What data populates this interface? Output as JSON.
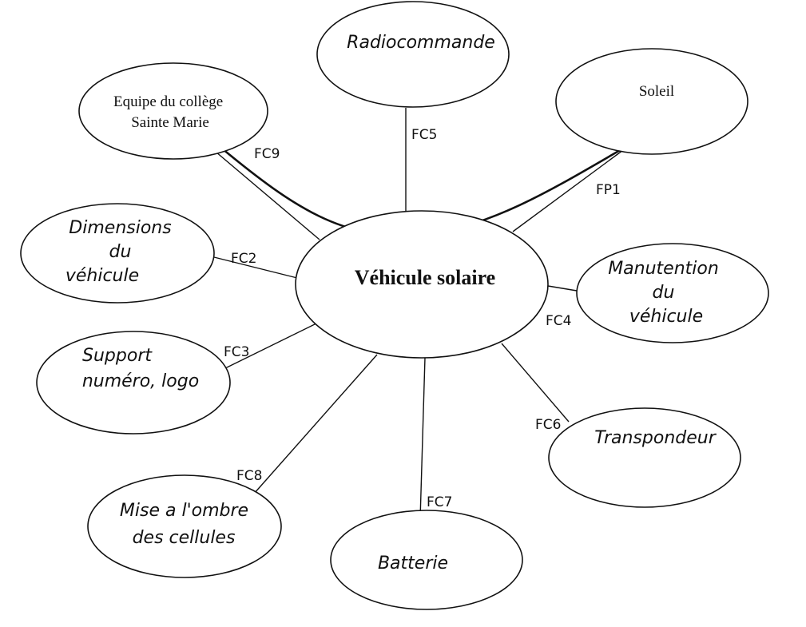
{
  "center": {
    "label": "Véhicule solaire"
  },
  "nodes": {
    "radiocommande": [
      "Radiocommande"
    ],
    "soleil": [
      "Soleil"
    ],
    "equipe": [
      "Equipe du collège",
      "Sainte Marie"
    ],
    "dimensions": [
      "Dimensions",
      "du",
      "véhicule"
    ],
    "manutention": [
      "Manutention",
      "du",
      "véhicule"
    ],
    "support": [
      "Support",
      "numéro, logo"
    ],
    "transpondeur": [
      "Transpondeur"
    ],
    "mise_ombre": [
      "Mise a l'ombre",
      "des cellules"
    ],
    "batterie": [
      "Batterie"
    ]
  },
  "functions": {
    "fc9": "FC9",
    "fp1": "FP1",
    "fc5": "FC5",
    "fc2": "FC2",
    "fc4": "FC4",
    "fc3": "FC3",
    "fc6": "FC6",
    "fc8": "FC8",
    "fc7": "FC7"
  }
}
